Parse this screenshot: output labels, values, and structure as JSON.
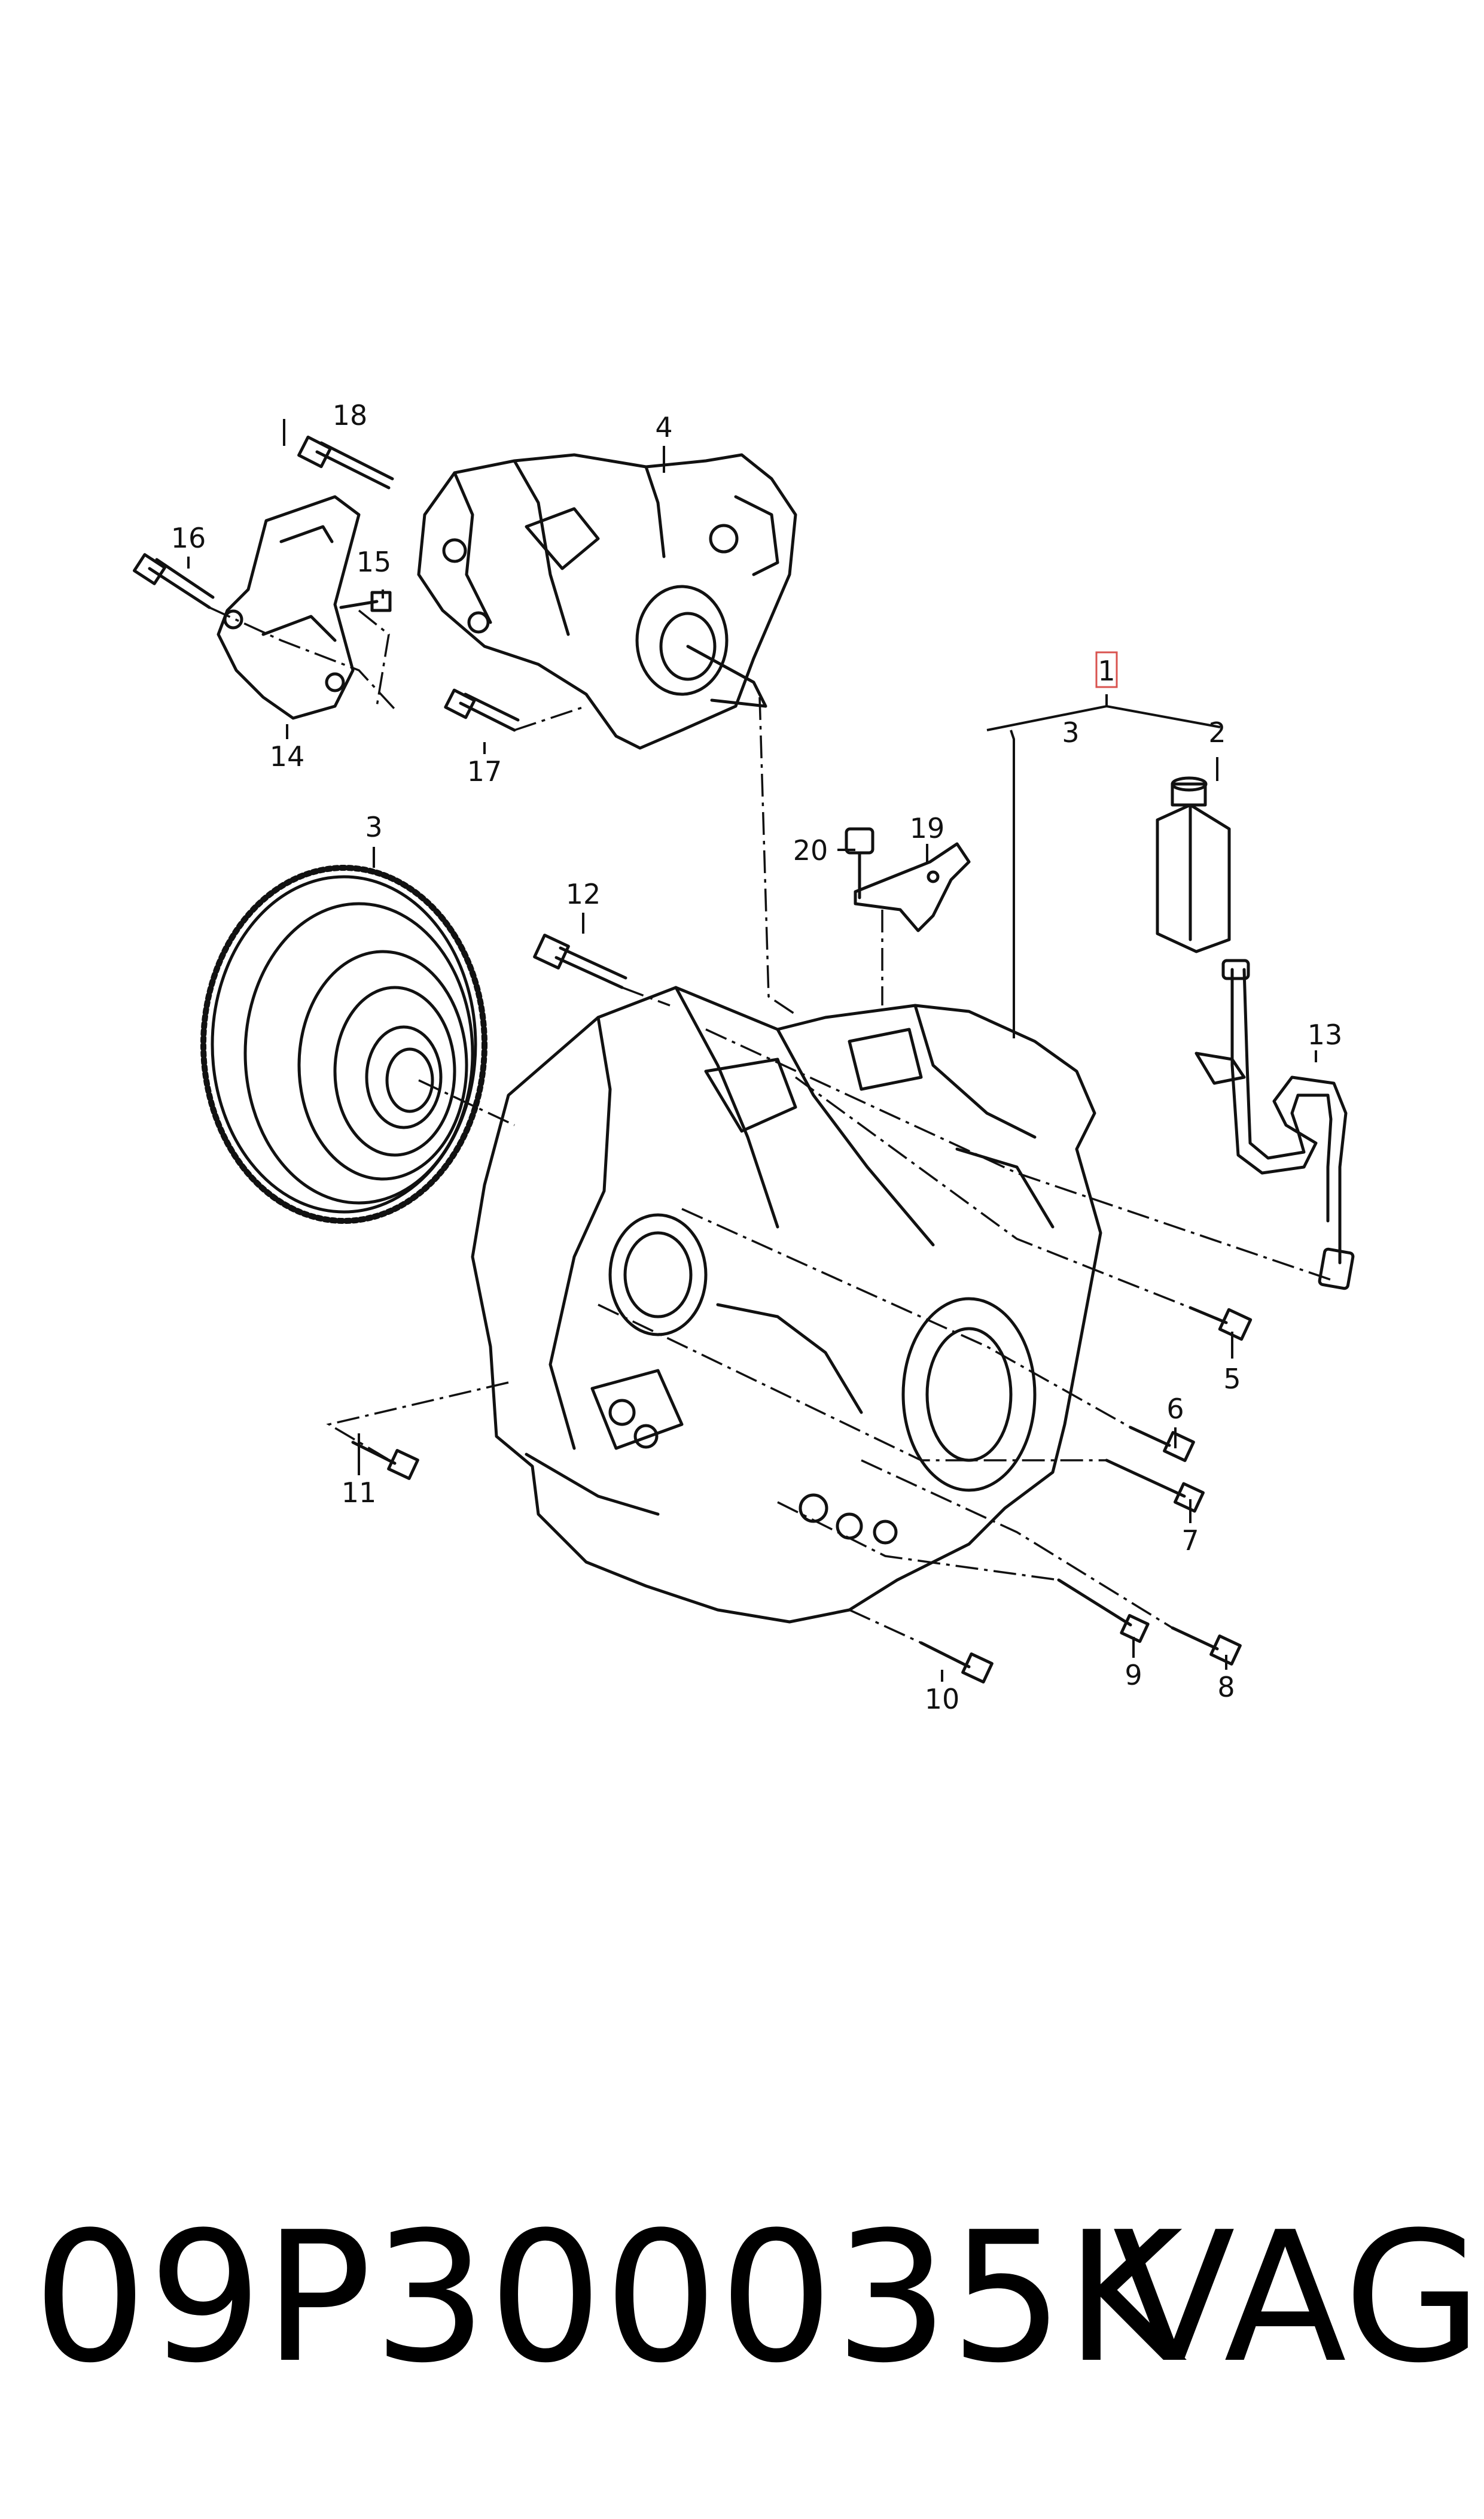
{
  "callouts": {
    "c1": "1",
    "c2": "2",
    "c3a": "3",
    "c3b": "3",
    "c4": "4",
    "c5": "5",
    "c6": "6",
    "c7": "7",
    "c8": "8",
    "c9": "9",
    "c10": "10",
    "c11": "11",
    "c12": "12",
    "c13": "13",
    "c14": "14",
    "c15": "15",
    "c16": "16",
    "c17": "17",
    "c18": "18",
    "c19": "19",
    "c20": "20"
  },
  "footer": {
    "part_number": "09P300035K",
    "brand": "VAG"
  },
  "colors": {
    "line": "#111111",
    "highlight": "#d9534f",
    "background": "#ffffff"
  }
}
